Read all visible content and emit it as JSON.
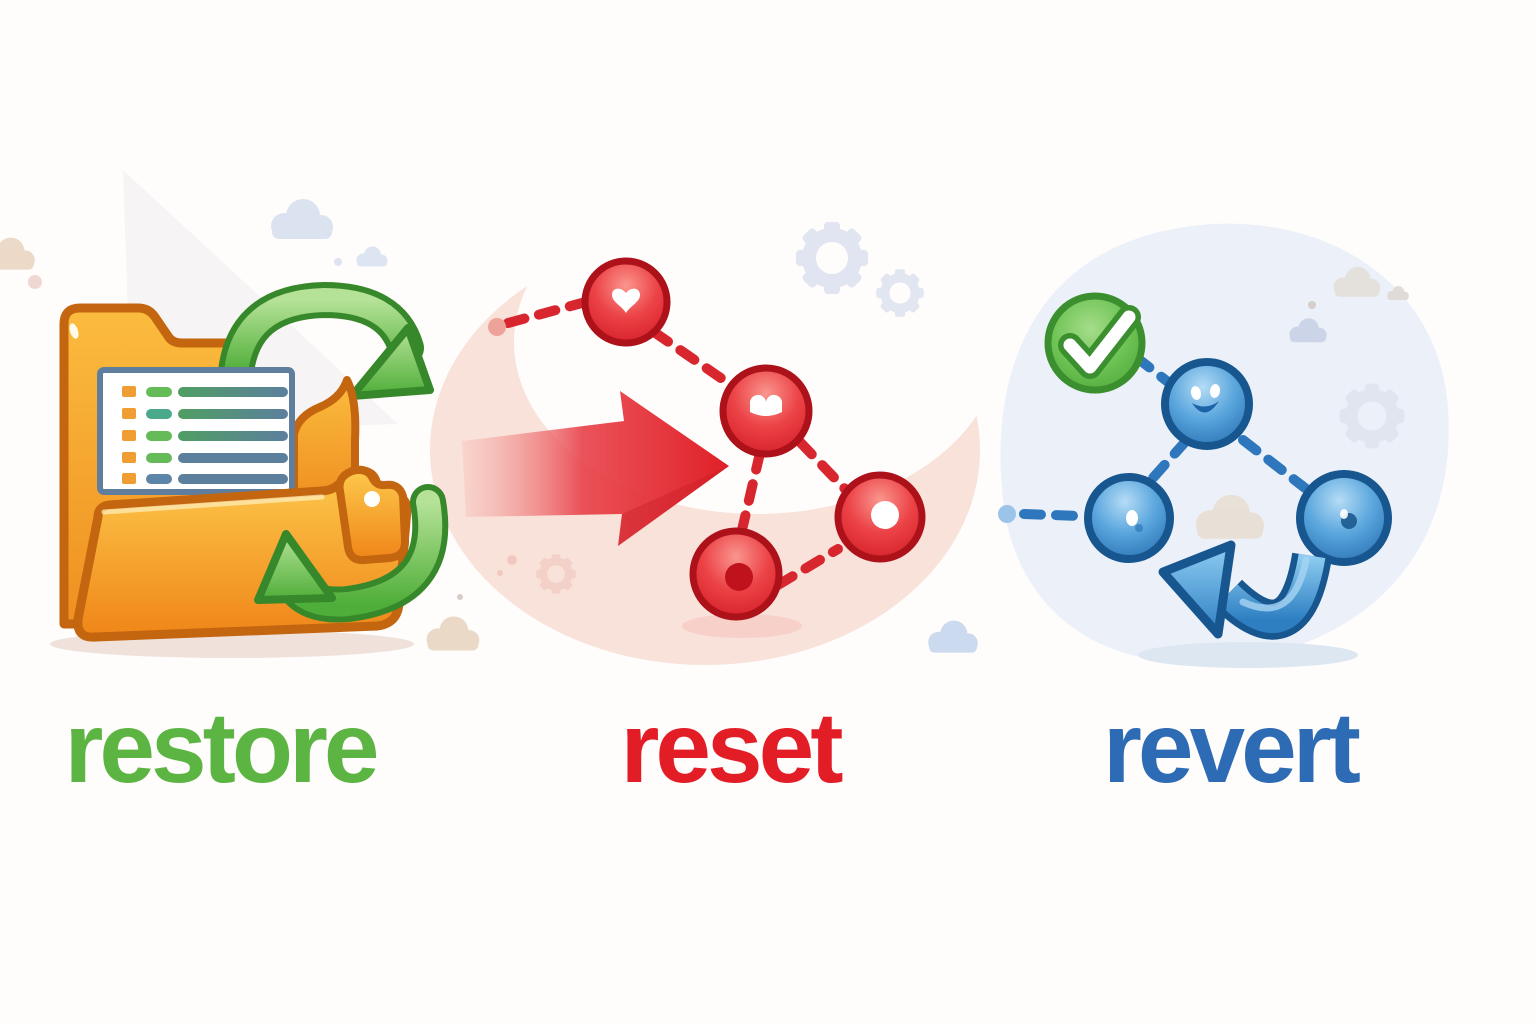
{
  "page": {
    "background_color": "#fffcfc",
    "kind": "illustration"
  },
  "sections": [
    {
      "name": "restore",
      "label": "restore",
      "label_color": "#5cb543",
      "icon": "folder-restore-icon",
      "icon_parts": [
        "open-folder",
        "document-list",
        "circular-refresh-arrow-top",
        "circular-refresh-arrow-bottom"
      ],
      "icon_colors": {
        "folder": "#f5a02c",
        "folder_outline": "#c4650f",
        "arrows": "#55b23e",
        "document_border": "#5f7d9c"
      }
    },
    {
      "name": "reset",
      "label": "reset",
      "label_color": "#e21d26",
      "icon": "arrow-into-commit-graph-icon",
      "icon_parts": [
        "big-right-arrow",
        "heart-commit-node",
        "m-commit-node",
        "dot-commit-node",
        "circle-commit-node",
        "dashed-links"
      ],
      "icon_colors": {
        "arrow": "#e02129",
        "nodes": "#e03238",
        "node_outline": "#ad1119",
        "dashes": "#d8262e"
      }
    },
    {
      "name": "revert",
      "label": "revert",
      "label_color": "#2d6cb4",
      "icon": "commit-graph-undo-icon",
      "icon_parts": [
        "green-check-circle",
        "three-commit-nodes",
        "dashed-links",
        "curved-undo-arrow"
      ],
      "icon_colors": {
        "check": "#54b13e",
        "check_outline": "#3c8f2e",
        "nodes": "#2f7fc2",
        "node_outline": "#17568f",
        "arrow": "#3181c4"
      }
    }
  ],
  "background_decorations": {
    "items": [
      "clouds",
      "gears",
      "soft-pink-crescent",
      "soft-blue-blob",
      "gray-sail",
      "dot-specks",
      "ground-shadows"
    ],
    "colors": {
      "pink_blob": "#f9e2da",
      "blue_blob": "#ecf1f9",
      "gear_gray": "#dee3f0",
      "cloud_blue_gray": "#dbe3f1",
      "cloud_beige": "#ebd9c7"
    }
  }
}
